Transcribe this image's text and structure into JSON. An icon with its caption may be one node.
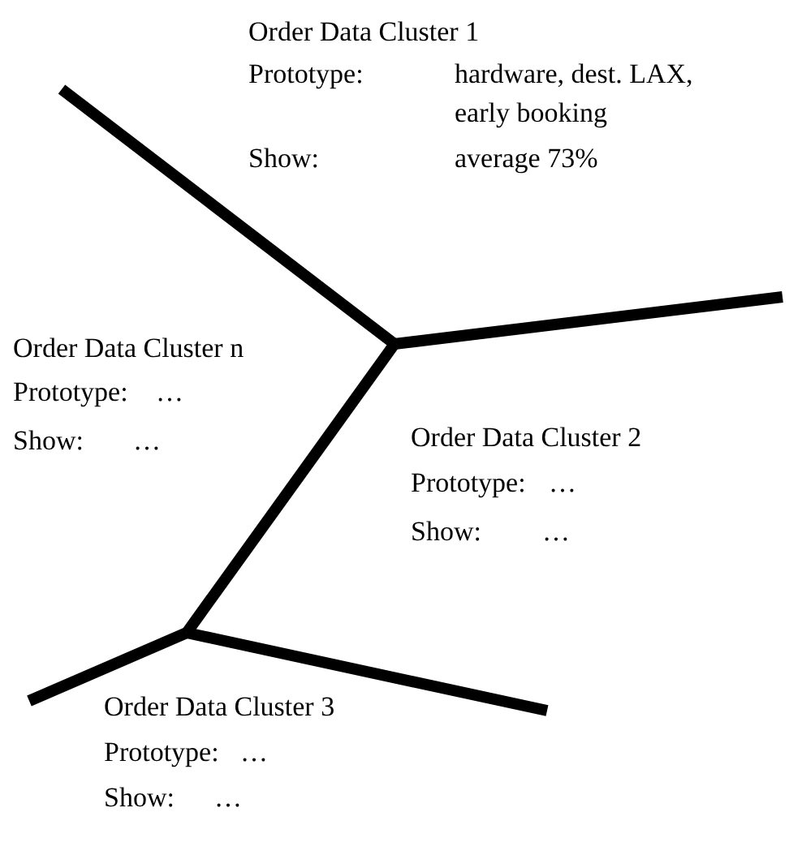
{
  "diagram": {
    "labels": [
      "Order Data Cluster 1",
      "Prototype:",
      "hardware, dest. LAX, early booking",
      "Show:",
      "average 73%",
      "Order Data Cluster n",
      "Prototype:",
      "…",
      "Show:",
      "…",
      "Order Data Cluster 2",
      "Prototype:",
      "…",
      "Show:",
      "…",
      "Order Data Cluster 3",
      "Prototype:",
      "…",
      "Show:",
      "…"
    ]
  }
}
